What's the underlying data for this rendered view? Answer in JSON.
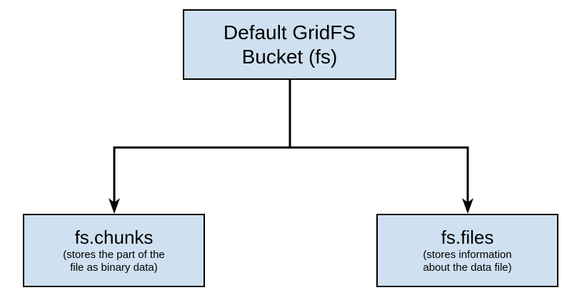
{
  "diagram": {
    "type": "tree-diagram",
    "background_color": "#ffffff",
    "node_fill_color": "#cfe0f0",
    "node_border_color": "#000000",
    "text_color": "#000000",
    "root": {
      "title": "Default GridFS\nBucket (fs)"
    },
    "children": [
      {
        "title": "fs.chunks",
        "caption": "(stores the part of the\nfile as binary data)"
      },
      {
        "title": "fs.files",
        "caption": "(stores information\nabout the data file)"
      }
    ]
  }
}
